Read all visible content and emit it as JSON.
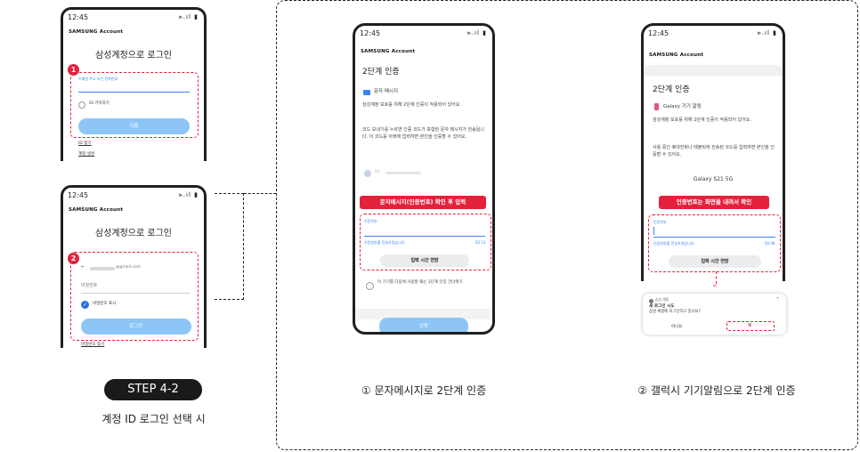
{
  "status_time": "12:45",
  "status_icons": "⫸.ıl ▮",
  "brand": "SAMSUNG Account",
  "phone1": {
    "title": "삼성계정으로 로그인",
    "badge": "1",
    "field_label": "이메일 주소 또는 전화번호",
    "remember_id": "ID 기억하기",
    "next_button": "다음",
    "find_id": "ID 찾기",
    "create_account": "계정 생성"
  },
  "phone2": {
    "title": "삼성계정으로 로그인",
    "badge": "2",
    "email_value": "@gmail.com",
    "password_placeholder": "비밀번호",
    "show_password": "비밀번호 표시",
    "login_button": "로그인",
    "find_password": "비밀번호 찾기"
  },
  "step_badge": "STEP 4-2",
  "step_caption": "계정 ID 로그인 선택 시",
  "phone3": {
    "title": "2단계 인증",
    "method": "문자 메시지",
    "para1": "삼성계정 보호를 위해 2단계 인증이 적용되어 있어요.",
    "para2": "코드 보내기를 누르면 인증 코드가 포함된 문자 메시지가 전송됩니다. 이 코드를 아래에 입력하면 본인을 인증할 수 있어요.",
    "phone_number": "82",
    "banner": "문자메시지(인증번호) 확인 후 입력",
    "field_label": "인증번호",
    "status": "인증번호를 전송하였습니다.",
    "timer": "02:13",
    "extend_button": "입력 시간 연장",
    "skip_text": "이 기기를 다음에 사용할 때는 2단계 인증 건너뛰기",
    "verify_button": "인증"
  },
  "phone4": {
    "title": "2단계 인증",
    "method": "Galaxy 기기 알림",
    "para1": "삼성계정 보호를 위해 2단계 인증이 적용되어 있어요.",
    "para2": "사용 중인 휴대전화나 태블릿에 전송된 코드를 입력하면 본인을 인증할 수 있어요.",
    "device": "Galaxy S21 5G",
    "banner": "인증번호는 화면을 내려서 확인",
    "field_label": "인증번호",
    "status": "인증번호를 전송하였습니다.",
    "timer": "02:48",
    "extend_button": "입력 시간 연장"
  },
  "notification": {
    "app": "삼성 계정",
    "title": "새 로그인 시도",
    "question": "삼성 계정에 로그인하고 있나요?",
    "no_button": "아니요",
    "yes_button": "예"
  },
  "caption_sms": "① 문자메시지로 2단계 인증",
  "caption_galaxy": "② 갤럭시 기기알림으로 2단계 인증",
  "colors": {
    "accent_red": "#e5203b",
    "accent_blue": "#3b82f6",
    "button_blue": "#8ec5f7",
    "dark": "#1f1f1f"
  }
}
